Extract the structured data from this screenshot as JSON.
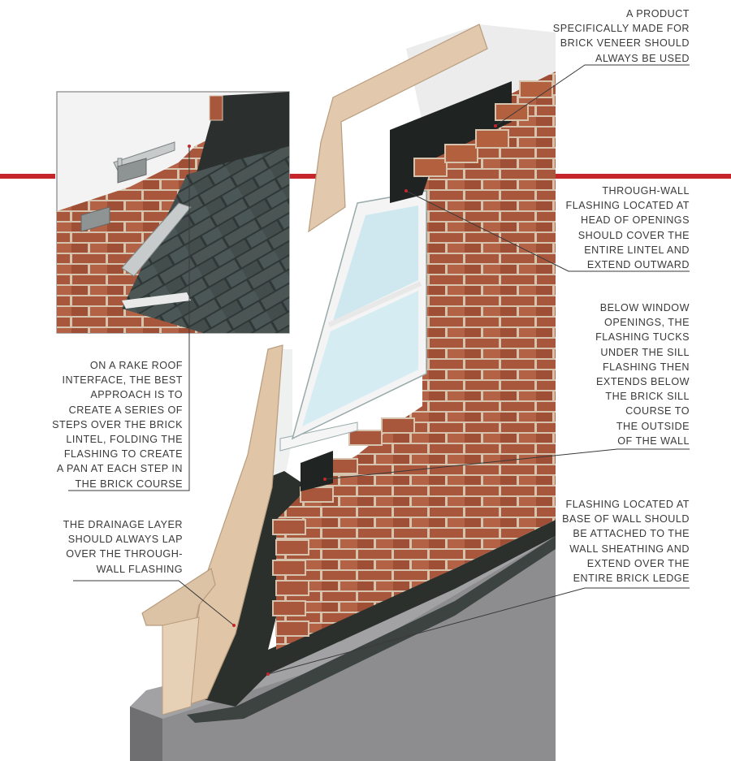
{
  "colors": {
    "accent_rule": "#c5262b",
    "brick": "#a8583e",
    "mortar": "#d9c7b4",
    "sheathing": "#e2c9ad",
    "drainage_layer": "#eef0f0",
    "flashing": "#2a2f2c",
    "foundation": "#8c8c8f",
    "roof_shingle": "#3e4847",
    "glass": "#cde8ef",
    "label_text": "#3a3a3a"
  },
  "inset": {
    "icons": [
      "rake-roof-icon",
      "stepped-flashing-icon",
      "brick-lintel-icon"
    ]
  },
  "callouts": {
    "brick_veneer_product": "A PRODUCT\nSPECIFICALLY MADE FOR\nBRICK VENEER SHOULD\nALWAYS BE USED",
    "head_of_openings": "THROUGH-WALL\nFLASHING LOCATED AT\nHEAD OF OPENINGS\nSHOULD COVER THE\nENTIRE LINTEL AND\nEXTEND OUTWARD",
    "below_window": "BELOW WINDOW\nOPENINGS, THE\nFLASHING TUCKS\nUNDER THE SILL\nFLASHING THEN\nEXTENDS BELOW\nTHE BRICK SILL\nCOURSE TO\nTHE OUTSIDE\nOF THE WALL",
    "rake_roof": "ON A RAKE ROOF\nINTERFACE, THE BEST\nAPPROACH IS TO\nCREATE A SERIES OF\nSTEPS OVER THE BRICK\nLINTEL, FOLDING THE\nFLASHING TO CREATE\nA PAN AT EACH STEP IN\nTHE BRICK COURSE",
    "drainage_layer": "THE DRAINAGE LAYER\nSHOULD ALWAYS LAP\nOVER THE THROUGH-\nWALL FLASHING",
    "base_of_wall": "FLASHING LOCATED AT\nBASE OF WALL SHOULD\nBE ATTACHED TO THE\nWALL SHEATHING AND\nEXTEND OVER THE\nENTIRE BRICK LEDGE"
  }
}
